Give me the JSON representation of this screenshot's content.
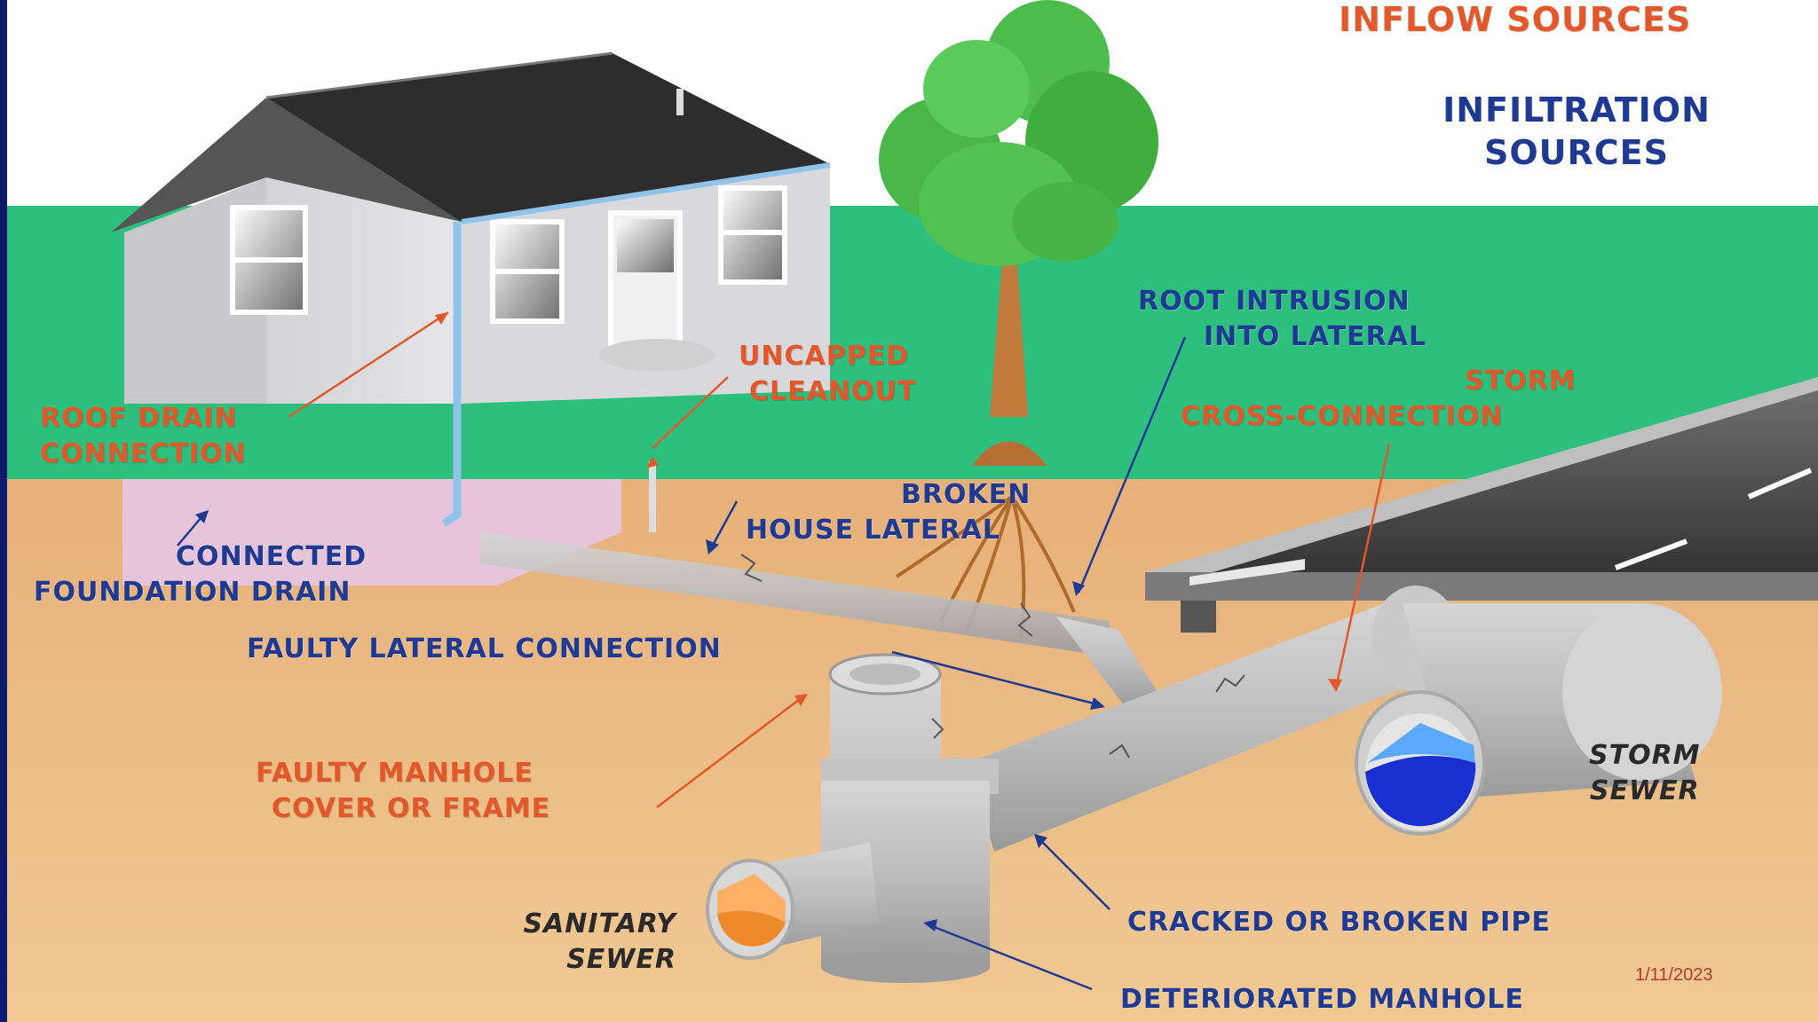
{
  "legend": {
    "inflow_title": "INFLOW SOURCES",
    "infiltration_title": [
      "INFILTRATION",
      "SOURCES"
    ]
  },
  "labels": {
    "roof_drain": [
      "ROOF DRAIN",
      "CONNECTION"
    ],
    "uncapped_cleanout": [
      "UNCAPPED",
      "CLEANOUT"
    ],
    "root_intrusion": [
      "ROOT INTRUSION",
      "INTO LATERAL"
    ],
    "storm_cross": [
      "STORM",
      "CROSS-CONNECTION"
    ],
    "broken_lateral": [
      "BROKEN",
      "HOUSE LATERAL"
    ],
    "foundation_drain": [
      "CONNECTED",
      "FOUNDATION DRAIN"
    ],
    "faulty_lateral": "FAULTY LATERAL CONNECTION",
    "faulty_manhole": [
      "FAULTY MANHOLE",
      "COVER OR FRAME"
    ],
    "storm_sewer": [
      "STORM",
      "SEWER"
    ],
    "sanitary_sewer": [
      "SANITARY",
      "SEWER"
    ],
    "cracked_pipe": "CRACKED OR BROKEN PIPE",
    "deteriorated_manhole": "DETERIORATED MANHOLE"
  },
  "footer": {
    "date": "1/11/2023"
  },
  "colors": {
    "inflow": "#e2582b",
    "infiltration": "#1f3a93",
    "grass": "#2dbf7e",
    "soil": "#e9b57c",
    "left_bar": "#0d1a6b"
  },
  "icons": [
    "house",
    "tree",
    "road",
    "manhole",
    "sanitary-pipe",
    "storm-pipe",
    "house-lateral"
  ]
}
